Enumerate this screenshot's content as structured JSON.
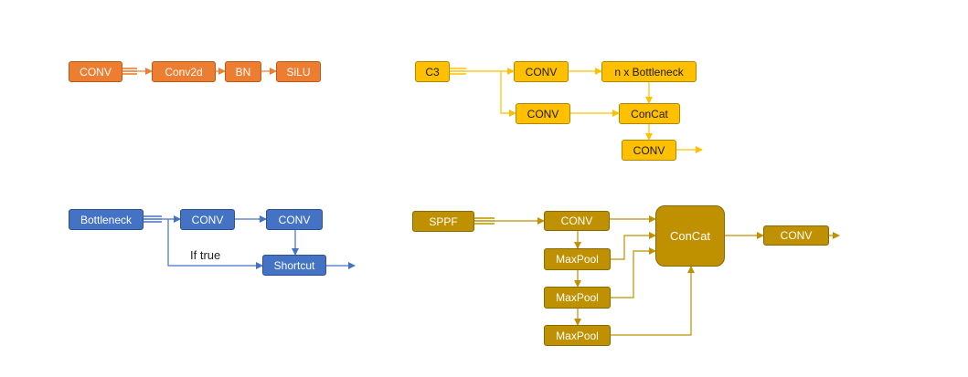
{
  "conv_block": {
    "conv": "CONV",
    "conv2d": "Conv2d",
    "bn": "BN",
    "silu": "SiLU"
  },
  "c3_block": {
    "c3": "C3",
    "conv_top": "CONV",
    "bottleneck": "n x Bottleneck",
    "conv_mid": "CONV",
    "concat": "ConCat",
    "conv_out": "CONV"
  },
  "bottleneck_block": {
    "bottleneck": "Bottleneck",
    "conv1": "CONV",
    "conv2": "CONV",
    "if_true": "If true",
    "shortcut": "Shortcut"
  },
  "sppf_block": {
    "sppf": "SPPF",
    "conv_in": "CONV",
    "maxpool1": "MaxPool",
    "maxpool2": "MaxPool",
    "maxpool3": "MaxPool",
    "concat": "ConCat",
    "conv_out": "CONV"
  },
  "colors": {
    "orange": "#ed7d31",
    "yellow": "#ffc000",
    "blue": "#4472c4",
    "gold": "#bf9000"
  }
}
